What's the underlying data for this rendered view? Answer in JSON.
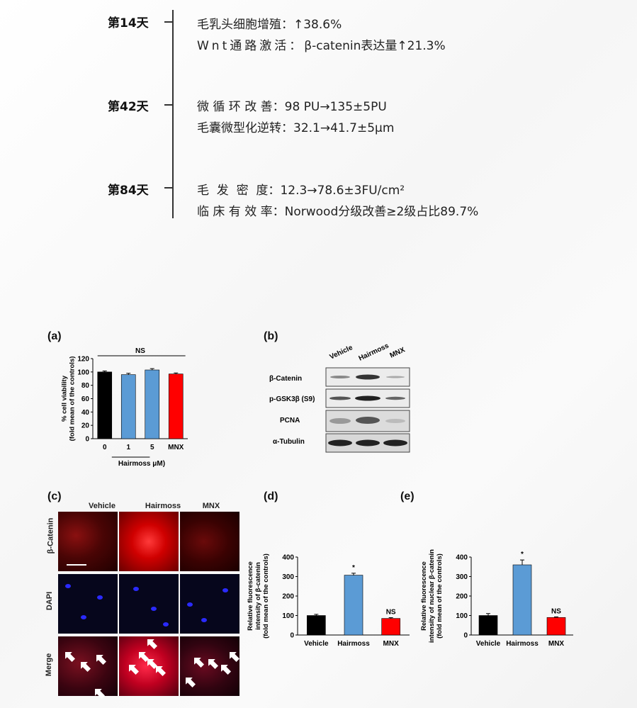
{
  "timeline": [
    {
      "day": "第14天",
      "items": [
        {
          "label": "毛乳头细胞增殖：",
          "value": "↑38.6%"
        },
        {
          "label": "Wnt通路激活：",
          "value": "β-catenin表达量↑21.3%"
        }
      ]
    },
    {
      "day": "第42天",
      "items": [
        {
          "label": "微 循 环 改 善：",
          "value": "98 PU→135±5PU"
        },
        {
          "label": "毛囊微型化逆转：",
          "value": "32.1→41.7±5μm"
        }
      ]
    },
    {
      "day": "第84天",
      "items": [
        {
          "label": "毛  发  密  度：",
          "value": "12.3→78.6±3FU/cm²"
        },
        {
          "label": "临 床 有 效 率：",
          "value": "Norwood分级改善≥2级占比89.7%"
        }
      ]
    }
  ],
  "figure": {
    "panel_labels": [
      "(a)",
      "(b)",
      "(c)",
      "(d)",
      "(e)"
    ],
    "colors": {
      "black": "#000000",
      "blue": "#5b9bd5",
      "red": "#ff0000"
    },
    "western": {
      "lanes": [
        "Vehicle",
        "Hairmoss",
        "MNX"
      ],
      "rows": [
        "β-Catenin",
        "p-GSK3β (S9)",
        "PCNA",
        "α-Tubulin"
      ]
    },
    "micro": {
      "columns": [
        "Vehicle",
        "Hairmoss",
        "MNX"
      ],
      "rows": [
        "β-Catenin",
        "DAPI",
        "Merge"
      ]
    }
  },
  "chart_data": [
    {
      "type": "bar",
      "panel": "(a)",
      "categories": [
        "0",
        "1",
        "5",
        "MNX"
      ],
      "values": [
        100,
        96,
        103,
        97
      ],
      "errors": [
        1.5,
        2,
        2,
        1.5
      ],
      "bar_colors": [
        "#000000",
        "#5b9bd5",
        "#5b9bd5",
        "#ff0000"
      ],
      "ylabel": "% cell viability\n(fold mean of the controls)",
      "xlabel": "Hairmoss μM)",
      "ylim": [
        0,
        120
      ],
      "yticks": [
        0,
        20,
        40,
        60,
        80,
        100,
        120
      ],
      "annotation": "NS"
    },
    {
      "type": "bar",
      "panel": "(d)",
      "categories": [
        "Vehicle",
        "Hairmoss",
        "MNX"
      ],
      "values": [
        100,
        307,
        85
      ],
      "errors": [
        6,
        10,
        4
      ],
      "bar_colors": [
        "#000000",
        "#5b9bd5",
        "#ff0000"
      ],
      "ylabel": "Relative fluorescence\nintensity of β-catenin\n(fold mean of the controls)",
      "ylim": [
        0,
        400
      ],
      "yticks": [
        0,
        100,
        200,
        300,
        400
      ],
      "annotations": [
        "",
        "*",
        "NS"
      ]
    },
    {
      "type": "bar",
      "panel": "(e)",
      "categories": [
        "Vehicle",
        "Hairmoss",
        "MNX"
      ],
      "values": [
        100,
        360,
        90
      ],
      "errors": [
        10,
        25,
        3
      ],
      "bar_colors": [
        "#000000",
        "#5b9bd5",
        "#ff0000"
      ],
      "ylabel": "Relative fluorescence\nintensity of nuclear β-catenin\n(fold mean of the controls)",
      "ylim": [
        0,
        400
      ],
      "yticks": [
        0,
        100,
        200,
        300,
        400
      ],
      "annotations": [
        "",
        "*",
        "NS"
      ]
    }
  ]
}
